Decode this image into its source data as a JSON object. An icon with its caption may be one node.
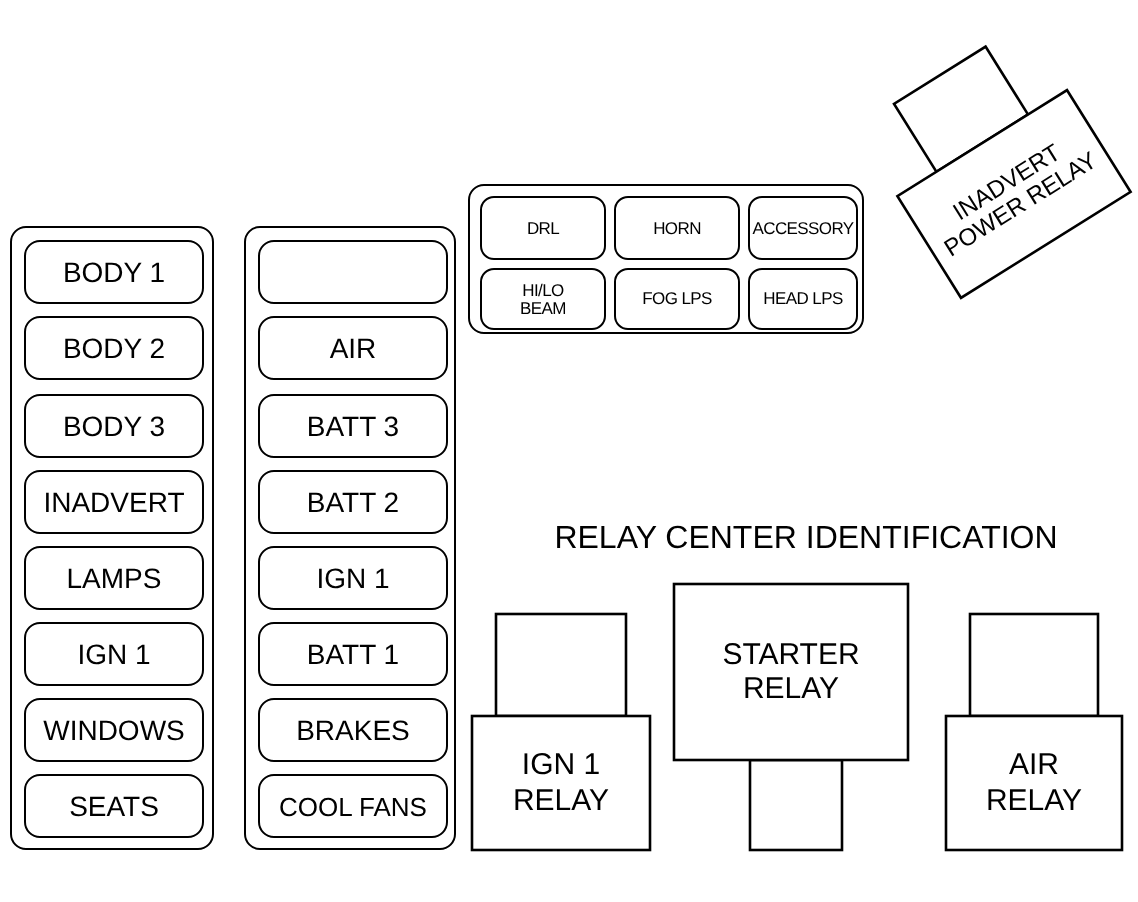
{
  "diagram": {
    "title": "RELAY CENTER IDENTIFICATION",
    "nodes": [
      {
        "text": [],
        "shape": "box"
      },
      {
        "text": [
          "DRL"
        ],
        "in": 0
      },
      {
        "text": [
          "HORN"
        ],
        "in": 0
      },
      {
        "text": [
          "ACCESSORY"
        ],
        "in": 0
      },
      {
        "text": [
          "HI/LO BEAM"
        ],
        "in": 0
      },
      {
        "text": [
          "FOG LPS"
        ],
        "in": 0
      },
      {
        "text": [
          "HEAD LPS"
        ],
        "in": 0
      },
      {
        "text": [
          "INADVERT POWER RELAY"
        ]
      },
      {
        "text": [],
        "shape": "box"
      },
      {
        "text": [
          "BODY 1"
        ],
        "in": 8
      },
      {
        "text": [
          "BODY 2"
        ],
        "in": 8
      },
      {
        "text": [
          "BODY 3"
        ],
        "in": 8
      },
      {
        "text": [
          "INADVERT"
        ],
        "in": 8
      },
      {
        "text": [
          "LAMPS"
        ],
        "in": 8
      },
      {
        "text": [
          "IGN 1"
        ],
        "in": 8
      },
      {
        "text": [
          "WINDOWS"
        ],
        "in": 8
      },
      {
        "text": [
          "SEATS"
        ],
        "in": 8
      },
      {
        "text": [],
        "shape": "box"
      },
      {
        "text": [],
        "shape": "box",
        "in": 17
      },
      {
        "text": [
          "AIR"
        ],
        "in": 17
      },
      {
        "text": [
          "BATT 3"
        ],
        "in": 17
      },
      {
        "text": [
          "BATT 2"
        ],
        "in": 17
      },
      {
        "text": [
          "IGN 1"
        ],
        "in": 17
      },
      {
        "text": [
          "BATT 1"
        ],
        "in": 17
      },
      {
        "text": [
          "BRAKES"
        ],
        "in": 17
      },
      {
        "text": [
          "COOL FANS"
        ],
        "in": 17
      },
      {
        "text": [
          "IGN 1 RELAY"
        ]
      },
      {
        "text": [
          "STARTER RELAY"
        ]
      },
      {
        "text": [
          "AIR RELAY"
        ]
      }
    ]
  }
}
